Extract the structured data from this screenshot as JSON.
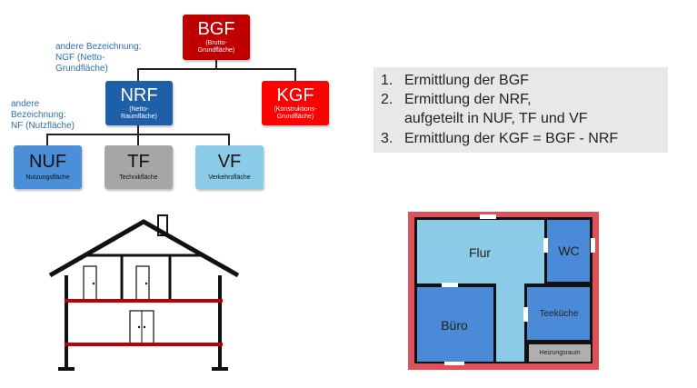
{
  "hierarchy": {
    "bgf": {
      "title": "BGF",
      "subtitle": "(Brutto-Grundfläche)"
    },
    "nrf": {
      "title": "NRF",
      "subtitle": "(Netto-Raumfläche)"
    },
    "kgf": {
      "title": "KGF",
      "subtitle": "(Konstruktions-Grundfläche)"
    },
    "nuf": {
      "title": "NUF",
      "subtitle": "Nutzungsfläche"
    },
    "tf": {
      "title": "TF",
      "subtitle": "Technikfläche"
    },
    "vf": {
      "title": "VF",
      "subtitle": "Verkehrsfläche"
    }
  },
  "notes": {
    "ngf_line1": "andere Bezeichnung:",
    "ngf_line2": "NGF (Netto-",
    "ngf_line3": "Grundfläche)",
    "nf_line1": "andere",
    "nf_line2": "Bezeichnung:",
    "nf_line3": "NF (Nutzfläche)"
  },
  "steps": [
    {
      "num": "1.",
      "line1": "Ermittlung der BGF",
      "line2": ""
    },
    {
      "num": "2.",
      "line1": "Ermittlung der NRF,",
      "line2": "aufgeteilt in NUF, TF und VF"
    },
    {
      "num": "3.",
      "line1": "Ermittlung der KGF = BGF - NRF",
      "line2": ""
    }
  ],
  "floorplan": {
    "flur": "Flur",
    "wc": "WC",
    "buero": "Büro",
    "teekueche": "Teeküche",
    "heizungsraum": "Heizungsraum"
  },
  "colors": {
    "bgf": "#c00000",
    "kgf": "#ff0000",
    "nrf": "#1f5fa8",
    "nuf": "#4a8fd8",
    "tf": "#a6a6a6",
    "vf": "#8ccbe8",
    "wall_red": "#e05058",
    "floor_blue": "#4a8ad6",
    "floor_light": "#8ccbe8"
  }
}
